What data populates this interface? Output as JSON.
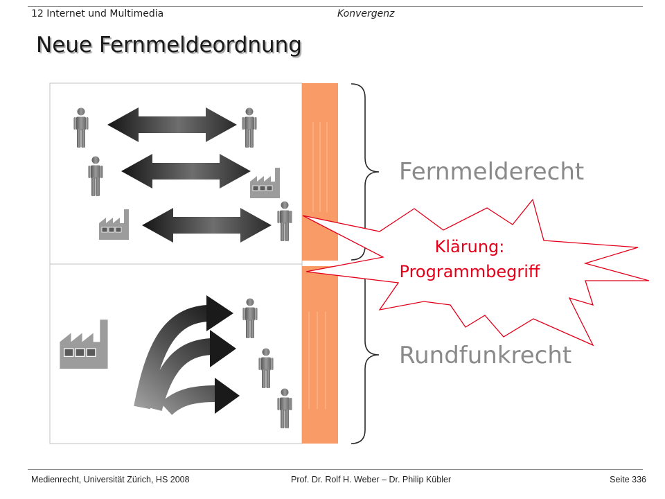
{
  "slide": {
    "header": {
      "chapter": "12 Internet und Multimedia",
      "topic": "Konvergenz"
    },
    "title": "Neue Fernmeldeordnung",
    "diagram": {
      "upper_label": "Fernmelderecht",
      "lower_label": "Rundfunkrecht",
      "callout": {
        "line1": "Klärung:",
        "line2": "Programmbegriff"
      }
    },
    "footer": {
      "course": "Medienrecht, Universität Zürich, HS 2008",
      "authors": "Prof. Dr. Rolf H. Weber – Dr. Philip Kübler",
      "page": "Seite 336"
    }
  },
  "colors": {
    "orange_bar": "#F99B66",
    "callout_red": "#E2001A",
    "law_label_grey": "#8A8A8A",
    "arrow_dark": "#1A1A1A"
  },
  "icons": {
    "person": "person-icon",
    "factory": "factory-icon",
    "double_arrow": "double-arrow-icon",
    "curved_arrow": "curved-arrow-icon",
    "brace": "curly-brace-icon",
    "callout_shape": "starburst-callout"
  }
}
